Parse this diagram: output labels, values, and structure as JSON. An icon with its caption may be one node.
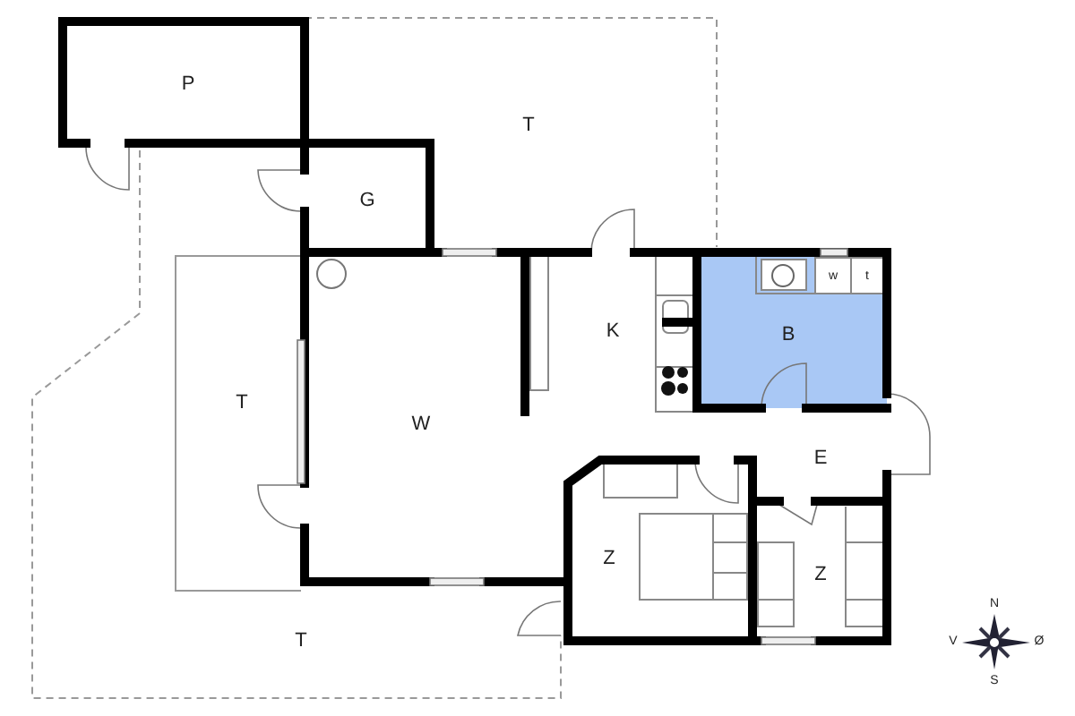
{
  "diagram": {
    "labels": [
      "P",
      "T",
      "G",
      "w",
      "t",
      "K",
      "B",
      "T",
      "W",
      "E",
      "Z",
      "Z",
      "T",
      "N",
      "V",
      "Ø",
      "S"
    ]
  }
}
